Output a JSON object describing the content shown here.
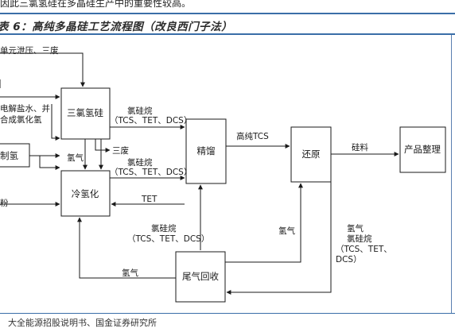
{
  "header": {
    "top_text": "因此三氯氢硅在多晶硅生产中的重要性较高。",
    "title": "表 6：高纯多晶硅工艺流程图（改良西门子法）"
  },
  "footer": {
    "source": "大全能源招股说明书、国金证券研究所"
  },
  "diagram": {
    "boxes": {
      "tcs_synthesis": "三氯氢硅",
      "cold_hydrogenation": "冷氢化",
      "distillation": "精馏",
      "reduction": "还原",
      "product_finishing": "产品整理",
      "tail_gas_recovery": "尾气回收",
      "hydrogen_production": "制氢"
    },
    "labels": {
      "top_input": "单元泄压、三废",
      "input_line1": "电解盐水、并",
      "input_line2": "合成氯化氢",
      "powder": "粉",
      "hydrogen_a": "氢气",
      "waste": "三废",
      "chlorosilane_1": "氯硅烷",
      "chlorosilane_1_detail": "（TCS、TET、DCS）",
      "chlorosilane_2": "氯硅烷",
      "chlorosilane_2_detail": "（TCS、TET、DCS）",
      "tet": "TET",
      "high_purity_tcs": "高纯TCS",
      "silicon_material": "硅料",
      "chlorosilane_3": "氯硅烷",
      "chlorosilane_3_detail": "（TCS、TET、DCS）",
      "hydrogen_b": "氢气",
      "hydrogen_c": "氢气",
      "hydrogen_d": "氢气",
      "chlorosilane_4": "氯硅烷",
      "chlorosilane_4_detail_1": "（TCS、TET、",
      "chlorosilane_4_detail_2": "DCS）"
    }
  }
}
